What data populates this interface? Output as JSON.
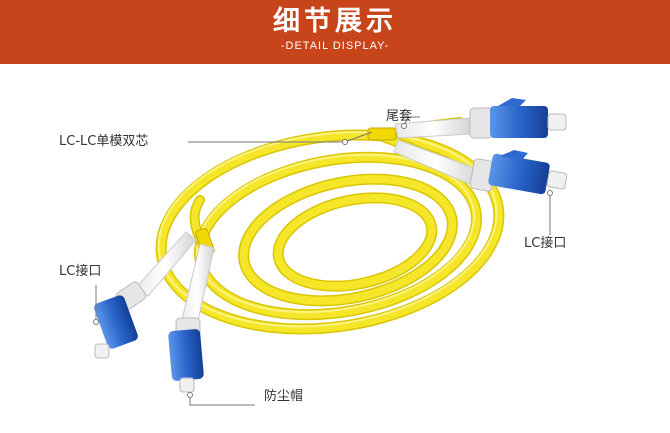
{
  "header": {
    "title": "细节展示",
    "subtitle": "-DETAIL DISPLAY-",
    "background": "#c8441b"
  },
  "labels": {
    "cable_type": "LC-LC单模双芯",
    "boot": "尾套",
    "connector_right": "LC接口",
    "connector_left": "LC接口",
    "dust_cap": "防尘帽"
  },
  "colors": {
    "cable": "#f2e21a",
    "connector": "#1f5fc4",
    "boot": "#f4f4f4"
  },
  "icons": [
    "fiber-patch-cable-photo"
  ]
}
